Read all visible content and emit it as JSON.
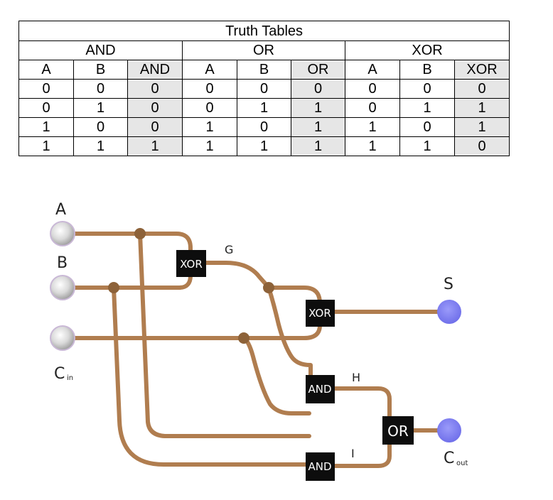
{
  "truth_tables": {
    "title": "Truth Tables",
    "groups": [
      {
        "name": "AND",
        "headers": [
          "A",
          "B",
          "AND"
        ],
        "rows": [
          [
            "0",
            "0",
            "0"
          ],
          [
            "0",
            "1",
            "0"
          ],
          [
            "1",
            "0",
            "0"
          ],
          [
            "1",
            "1",
            "1"
          ]
        ]
      },
      {
        "name": "OR",
        "headers": [
          "A",
          "B",
          "OR"
        ],
        "rows": [
          [
            "0",
            "0",
            "0"
          ],
          [
            "0",
            "1",
            "1"
          ],
          [
            "1",
            "0",
            "1"
          ],
          [
            "1",
            "1",
            "1"
          ]
        ]
      },
      {
        "name": "XOR",
        "headers": [
          "A",
          "B",
          "XOR"
        ],
        "rows": [
          [
            "0",
            "0",
            "0"
          ],
          [
            "0",
            "1",
            "1"
          ],
          [
            "1",
            "0",
            "1"
          ],
          [
            "1",
            "1",
            "0"
          ]
        ]
      }
    ]
  },
  "circuit": {
    "inputs": {
      "a": "A",
      "b": "B",
      "cin": "C",
      "cin_sub": "in"
    },
    "outputs": {
      "s": "S",
      "cout": "C",
      "cout_sub": "out"
    },
    "gates": {
      "xor1": "XOR",
      "xor2": "XOR",
      "and1": "AND",
      "and2": "AND",
      "or1": "OR"
    },
    "nodes": {
      "g": "G",
      "h": "H",
      "i": "I"
    },
    "colors": {
      "wire": "#b07d4f",
      "input_ball": "#d9d9d9",
      "output_ball": "#8080f0",
      "gate": "#0d0d0d"
    }
  }
}
